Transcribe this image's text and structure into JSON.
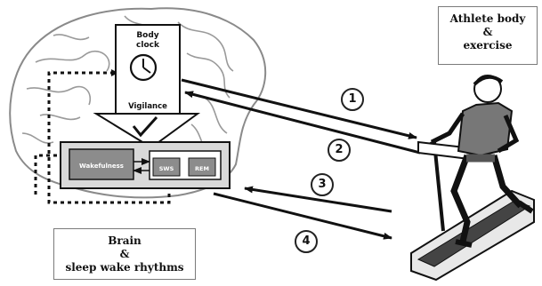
{
  "athlete_box": {
    "line1": "Athlete body",
    "line2": "&",
    "line3": "exercise"
  },
  "brain_box": {
    "line1": "Brain",
    "line2": "&",
    "line3": "sleep wake rhythms"
  },
  "clock_panel": {
    "title_line1": "Body",
    "title_line2": "clock",
    "vigilance_label": "Vigilance"
  },
  "sleep_panel": {
    "wakefulness_label": "Wakefulness",
    "sws_label": "SWS",
    "rem_label": "REM"
  },
  "arrow_numbers": [
    "1",
    "2",
    "3",
    "4"
  ],
  "colors": {
    "ink": "#111111",
    "grey_box": "#8c8c8c",
    "brain_line": "#9a9a9a",
    "panel_grey": "#d9d9d9"
  }
}
